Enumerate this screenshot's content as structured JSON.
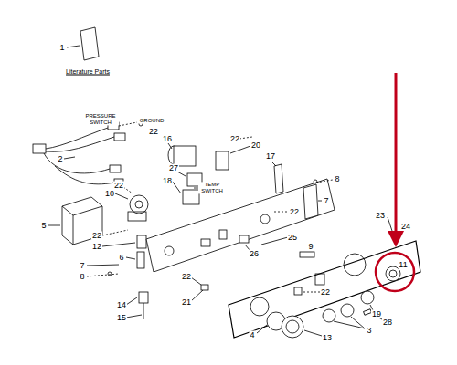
{
  "diagram": {
    "labels": [
      "1",
      "Literature Parts",
      "PRESSURE SWITCH",
      "GROUND",
      "22",
      "2",
      "16",
      "22",
      "20",
      "17",
      "27",
      "18",
      "TEMP SWITCH",
      "22",
      "10",
      "8",
      "7",
      "5",
      "22",
      "23",
      "24",
      "25",
      "9",
      "26",
      "6",
      "7",
      "8",
      "22",
      "21",
      "14",
      "15",
      "22",
      "19",
      "28",
      "3",
      "4",
      "13",
      "11",
      "22",
      "12"
    ]
  }
}
